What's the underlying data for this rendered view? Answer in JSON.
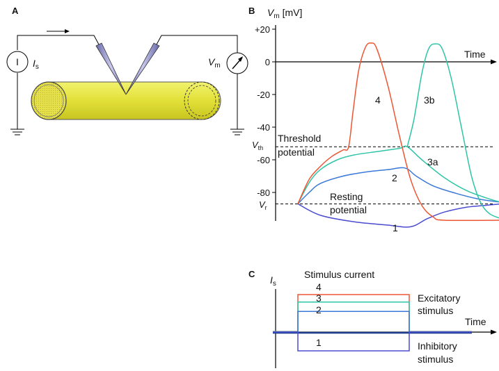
{
  "panels": {
    "a": "A",
    "b": "B",
    "c": "C"
  },
  "panel_a": {
    "current_source_symbol": "I",
    "current_label_main": "I",
    "current_label_sub": "s",
    "voltmeter_label_main": "V",
    "voltmeter_label_sub": "m"
  },
  "panel_b": {
    "ylabel_main": "V",
    "ylabel_sub": "m",
    "ylabel_unit": " [mV]",
    "time_label": "Time",
    "threshold_text_1": "Threshold",
    "threshold_text_2": "potential",
    "resting_text_1": "Resting",
    "resting_text_2": "potential",
    "vth_main": "V",
    "vth_sub": "th",
    "vr_main": "V",
    "vr_sub": "r",
    "curve_labels": {
      "c1": "1",
      "c2": "2",
      "c3a": "3a",
      "c3b": "3b",
      "c4": "4"
    }
  },
  "panel_c": {
    "ylabel_main": "I",
    "ylabel_sub": "s",
    "title": "Stimulus current",
    "time_label": "Time",
    "excitatory_1": "Excitatory",
    "excitatory_2": "stimulus",
    "inhibitory_1": "Inhibitory",
    "inhibitory_2": "stimulus",
    "step_labels": {
      "s4": "4",
      "s3": "3",
      "s2": "2",
      "s1": "1"
    }
  },
  "colors": {
    "curve1": "#4a4ad0",
    "curve2": "#3a78d8",
    "curve3": "#2ec4a6",
    "curve4": "#ee5533",
    "axon_fill": "#e3e340",
    "axon_dark": "#c9c62a"
  },
  "chart_data": {
    "type": "line",
    "ylabel": "Vm [mV]",
    "xlabel": "Time",
    "yticks": [
      {
        "value": 20,
        "label": "+20"
      },
      {
        "value": 0,
        "label": "0"
      },
      {
        "value": -20,
        "label": "-20"
      },
      {
        "value": -40,
        "label": "-40"
      },
      {
        "value": -60,
        "label": "-60"
      },
      {
        "value": -80,
        "label": "-80"
      }
    ],
    "ylim": [
      -100,
      22
    ],
    "threshold_potential": -52,
    "resting_potential": -87,
    "stimulus_window": [
      0,
      10
    ],
    "series": [
      {
        "key": "c1",
        "label": "1",
        "color": "#4a4ad0",
        "points": [
          [
            0,
            -87
          ],
          [
            2,
            -94
          ],
          [
            5,
            -98
          ],
          [
            8,
            -100
          ],
          [
            10,
            -101
          ],
          [
            11.5,
            -96
          ],
          [
            13,
            -92
          ],
          [
            15,
            -89
          ],
          [
            16.5,
            -88
          ],
          [
            18,
            -87
          ]
        ]
      },
      {
        "key": "c2",
        "label": "2",
        "color": "#3a78d8",
        "points": [
          [
            0,
            -87
          ],
          [
            1,
            -80
          ],
          [
            2,
            -74.5
          ],
          [
            4,
            -70
          ],
          [
            6,
            -67.5
          ],
          [
            8,
            -66
          ],
          [
            9.5,
            -65
          ],
          [
            10.5,
            -70
          ],
          [
            12,
            -76
          ],
          [
            14,
            -80.5
          ],
          [
            16,
            -84
          ],
          [
            18,
            -86
          ]
        ]
      },
      {
        "key": "c3a",
        "label": "3a",
        "color": "#2ec4a6",
        "points": [
          [
            0,
            -87
          ],
          [
            1,
            -74
          ],
          [
            2,
            -66
          ],
          [
            3.5,
            -60
          ],
          [
            5,
            -57
          ],
          [
            7,
            -55
          ],
          [
            9,
            -53
          ],
          [
            9.7,
            -52
          ],
          [
            11,
            -60
          ],
          [
            13,
            -71
          ],
          [
            15,
            -79
          ],
          [
            17,
            -84
          ],
          [
            18,
            -86
          ]
        ]
      },
      {
        "key": "c3b",
        "label": "3b",
        "color": "#2ec4a6",
        "points": [
          [
            9.7,
            -52
          ],
          [
            10.3,
            -35
          ],
          [
            11,
            -7
          ],
          [
            11.6,
            8
          ],
          [
            12.2,
            11
          ],
          [
            12.8,
            8
          ],
          [
            13.6,
            -10
          ],
          [
            14.5,
            -40
          ],
          [
            15.4,
            -70
          ],
          [
            16.2,
            -86
          ],
          [
            17,
            -93
          ],
          [
            18,
            -96
          ]
        ]
      },
      {
        "key": "c4",
        "label": "4",
        "color": "#ee5533",
        "points": [
          [
            0,
            -87
          ],
          [
            1,
            -72
          ],
          [
            2,
            -64
          ],
          [
            3,
            -58
          ],
          [
            4,
            -54
          ],
          [
            4.5,
            -52
          ],
          [
            4.9,
            -30
          ],
          [
            5.4,
            -5
          ],
          [
            6,
            9
          ],
          [
            6.5,
            11.5
          ],
          [
            7,
            8
          ],
          [
            8,
            -15
          ],
          [
            9,
            -45
          ],
          [
            10,
            -72
          ],
          [
            11,
            -88
          ],
          [
            12,
            -95
          ],
          [
            13,
            -97
          ],
          [
            18,
            -97
          ]
        ]
      }
    ],
    "stimulus": {
      "type": "step",
      "xlabel": "Time",
      "ylabel": "Is",
      "title": "Stimulus current",
      "series": [
        {
          "key": "s4",
          "label": "4",
          "color": "#ee5533",
          "baseline": 0.3,
          "value": 4,
          "on": 0,
          "off": 10
        },
        {
          "key": "s3",
          "label": "3",
          "color": "#2ec4a6",
          "baseline": 0.2,
          "value": 3.2,
          "on": 0,
          "off": 10
        },
        {
          "key": "s2",
          "label": "2",
          "color": "#3a78d8",
          "baseline": 0.1,
          "value": 2.2,
          "on": 0,
          "off": 10
        },
        {
          "key": "s1",
          "label": "1",
          "color": "#4a4ad0",
          "baseline": 0,
          "value": -2,
          "on": 0,
          "off": 10
        }
      ]
    }
  }
}
